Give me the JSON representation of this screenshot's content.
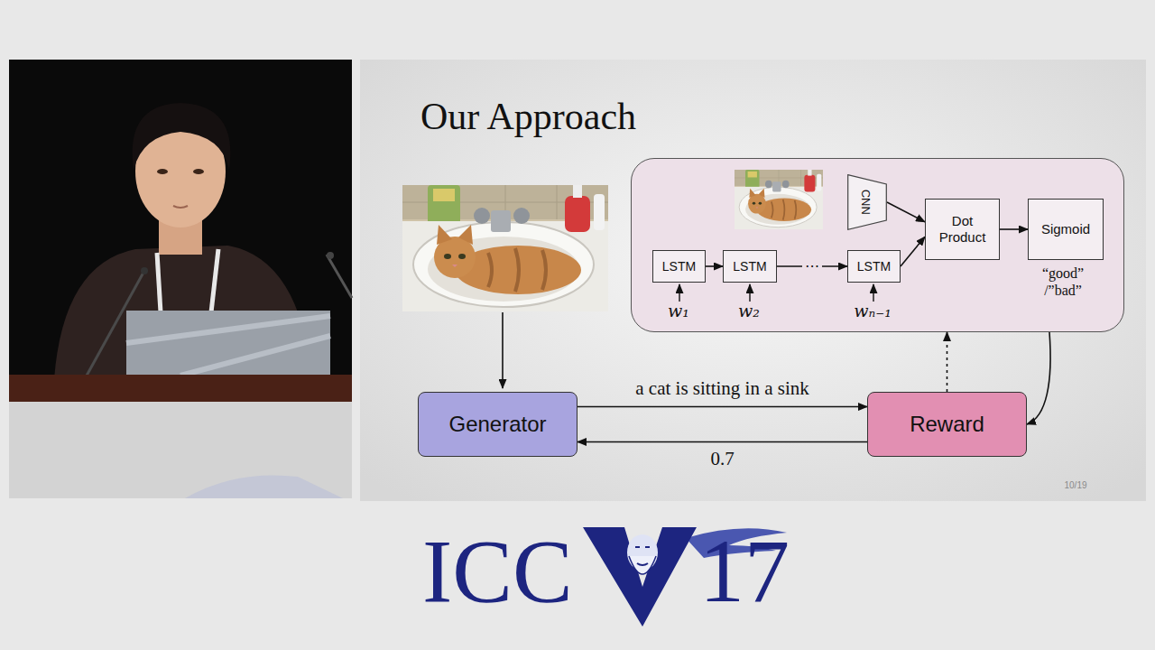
{
  "diagram": {
    "title": "Our Approach",
    "nodes": [
      {
        "text": [
          "“good” /”bad”"
        ]
      },
      {
        "text": [
          "CNN"
        ],
        "in": 0
      },
      {
        "text": [
          "Dot Product"
        ],
        "in": 0
      },
      {
        "text": [
          "Sigmoid"
        ],
        "in": 0
      },
      {
        "text": [
          "LSTM"
        ],
        "in": 0
      },
      {
        "text": [
          "LSTM"
        ],
        "in": 0
      },
      {
        "text": [
          "LSTM"
        ],
        "in": 0
      },
      {
        "text": [
          "Generator"
        ]
      },
      {
        "text": [
          "Reward"
        ]
      }
    ],
    "edges": [
      {
        "from": 1,
        "to": 2,
        "arrow": "to"
      },
      {
        "from": 6,
        "to": 2,
        "arrow": "to"
      },
      {
        "from": 2,
        "to": 3,
        "arrow": "to"
      },
      {
        "from": 4,
        "to": 5,
        "arrow": "to"
      },
      {
        "from": 5,
        "to": 6,
        "label": "⋯",
        "arrow": "to"
      },
      {
        "from": 7,
        "to": 8,
        "label": "a cat is sitting in a sink",
        "arrow": "to"
      },
      {
        "from": 8,
        "to": 7,
        "label": "0.7",
        "arrow": "to"
      },
      {
        "from": 8,
        "to": 0,
        "arrow": "to"
      },
      {
        "from": 0,
        "to": 8,
        "arrow": "to"
      }
    ],
    "labels": [
      "w₁",
      "w₂",
      "wₙ₋₁",
      "10/19",
      "ICC",
      "17"
    ]
  }
}
